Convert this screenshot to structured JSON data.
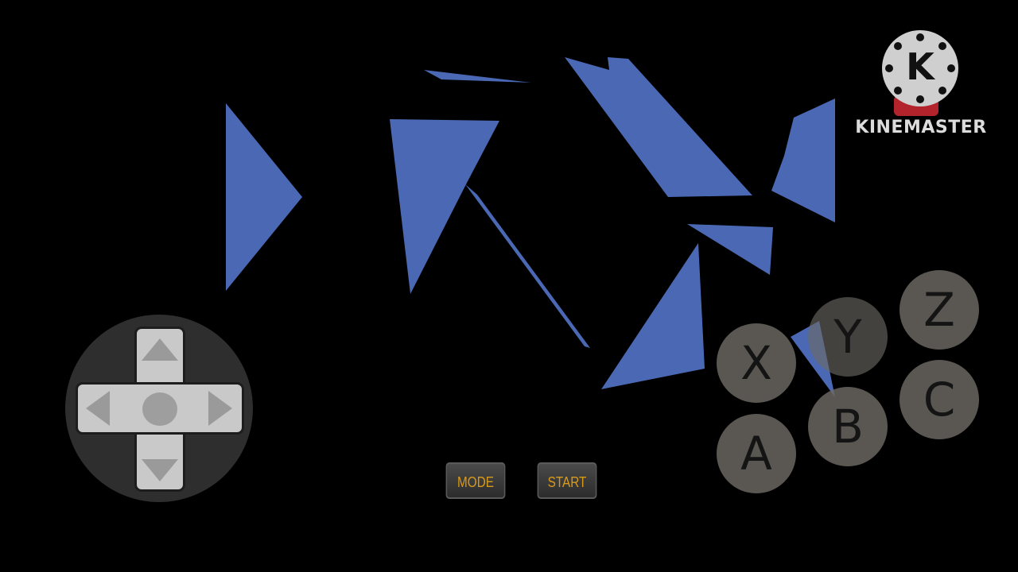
{
  "watermark": {
    "logo_letter": "K",
    "brand": "KINEMASTER"
  },
  "controls": {
    "mode_label": "MODE",
    "start_label": "START",
    "face_buttons": {
      "x": "X",
      "y": "Y",
      "z": "Z",
      "a": "A",
      "b": "B",
      "c": "C"
    }
  },
  "colors": {
    "shape_blue": "#4a68b3",
    "background": "#000000",
    "system_button_text": "#d89a1a"
  },
  "icons": {
    "dpad": "directional-pad-icon",
    "dpad_up": "arrow-up-icon",
    "dpad_down": "arrow-down-icon",
    "dpad_left": "arrow-left-icon",
    "dpad_right": "arrow-right-icon"
  }
}
